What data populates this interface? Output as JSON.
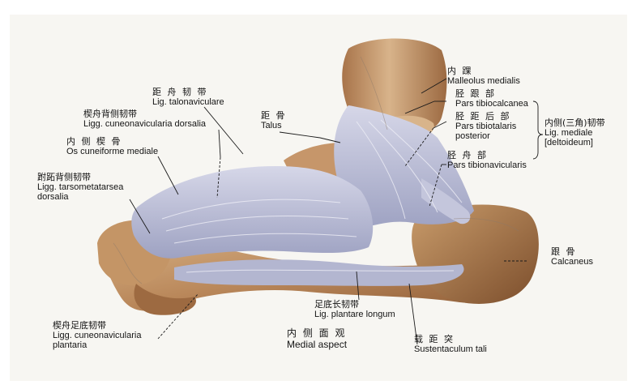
{
  "labels": {
    "malleolus": {
      "zh": "内  踝",
      "en": "Malleolus medialis"
    },
    "talonavicular": {
      "zh": "距 舟 韧 带",
      "en": "Lig. talonaviculare"
    },
    "talus": {
      "zh": "距  骨",
      "en": "Talus"
    },
    "tibiocalcanea": {
      "zh": "胫 跟 部",
      "en": "Pars tibiocalcanea"
    },
    "tibiotalaris": {
      "zh": "胫 距 后 部",
      "en1": "Pars tibiotalaris",
      "en2": "posterior"
    },
    "deltoid": {
      "zh": "内侧(三角)韧带",
      "en1": "Lig. mediale",
      "en2": "[deltoideum]"
    },
    "tibionavicularis": {
      "zh": "胫 舟 部",
      "en": "Pars tibionavicularis"
    },
    "cuneonav_dorsal": {
      "zh": "楔舟背侧韧带",
      "en": "Ligg. cuneonavicularia dorsalia"
    },
    "cuneiform": {
      "zh": "内 侧 楔 骨",
      "en": "Os cuneiforme mediale"
    },
    "tarsometatarsal": {
      "zh": "跗跖背侧韧带",
      "en1": "Ligg. tarsometatarsea",
      "en2": "dorsalia"
    },
    "calcaneus": {
      "zh": "跟  骨",
      "en": "Calcaneus"
    },
    "plantare_longum": {
      "zh": "足底长韧带",
      "en": "Lig. plantare longum"
    },
    "cuneonav_plantar": {
      "zh": "楔舟足底韧带",
      "en1": "Ligg. cuneonavicularia",
      "en2": "plantaria"
    },
    "sustentaculum": {
      "zh": "载 距 突",
      "en": "Sustentaculum tali"
    }
  },
  "title": {
    "zh": "内 侧 面 观",
    "en": "Medial aspect"
  },
  "colors": {
    "bone": "#c79e6e",
    "bone_dark": "#8a5a35",
    "ligament": "#b7b9d2",
    "ligament_light": "#dcdcec",
    "paper": "#f7f6f2"
  }
}
